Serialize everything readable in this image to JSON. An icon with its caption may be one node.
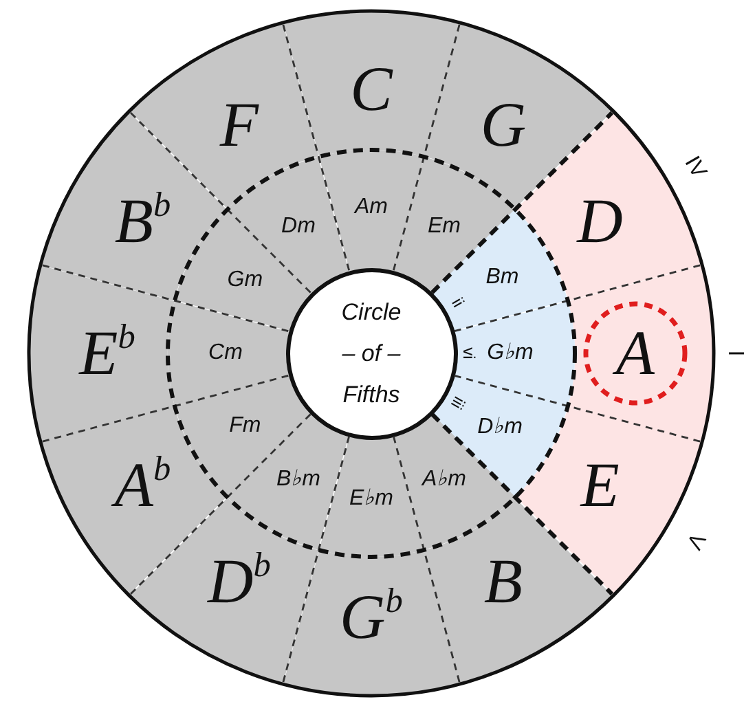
{
  "diagram": {
    "nodes": [
      {
        "text": [
          "C"
        ]
      },
      {
        "text": [
          "G"
        ]
      },
      {
        "text": [
          "D"
        ],
        "beside": [
          "IV"
        ]
      },
      {
        "text": [
          "A"
        ],
        "beside": [
          "I"
        ]
      },
      {
        "text": [
          "E"
        ],
        "beside": [
          "V"
        ]
      },
      {
        "text": [
          "B"
        ]
      },
      {
        "text": [
          "G$^{b}$"
        ]
      },
      {
        "text": [
          "D$^{b}$"
        ]
      },
      {
        "text": [
          "A$^{b}$"
        ]
      },
      {
        "text": [
          "E$^{b}$"
        ]
      },
      {
        "text": [
          "B$^{b}$"
        ]
      },
      {
        "text": [
          "F"
        ]
      },
      {
        "text": [
          "Am"
        ]
      },
      {
        "text": [
          "Em"
        ]
      },
      {
        "text": [
          "Bm",
          "ii"
        ]
      },
      {
        "text": [
          "vi",
          "G♭m"
        ]
      },
      {
        "text": [
          "iii",
          "D♭m"
        ]
      },
      {
        "text": [
          "A♭m"
        ]
      },
      {
        "text": [
          "E♭m"
        ]
      },
      {
        "text": [
          "B♭m"
        ]
      },
      {
        "text": [
          "Fm"
        ]
      },
      {
        "text": [
          "Cm"
        ]
      },
      {
        "text": [
          "Gm"
        ]
      },
      {
        "text": [
          "Dm"
        ]
      },
      {
        "text": [
          "Circle – of – Fifths"
        ]
      }
    ]
  }
}
